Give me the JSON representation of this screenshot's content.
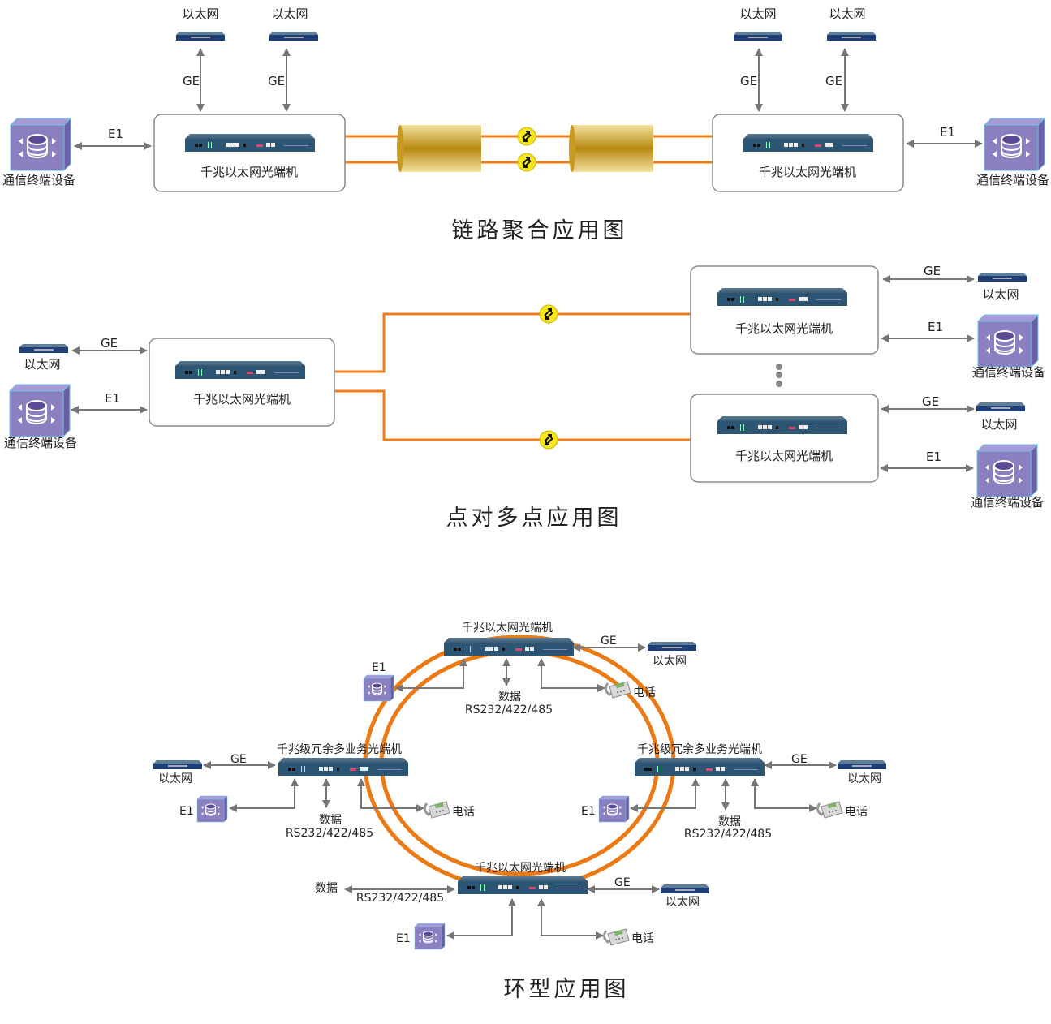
{
  "diagrams": {
    "link_aggregation": {
      "title": "链路聚合应用图",
      "left_box_label": "千兆以太网光端机",
      "right_box_label": "千兆以太网光端机",
      "left_ethernet": [
        "以太网",
        "以太网"
      ],
      "right_ethernet": [
        "以太网",
        "以太网"
      ],
      "ge_label": "GE",
      "e1_label": "E1",
      "left_terminal": "通信终端设备",
      "right_terminal": "通信终端设备"
    },
    "point_to_multipoint": {
      "title": "点对多点应用图",
      "center_box_label": "千兆以太网光端机",
      "center_ethernet": "以太网",
      "center_terminal": "通信终端设备",
      "ge_label": "GE",
      "e1_label": "E1",
      "remote_nodes": [
        {
          "box_label": "千兆以太网光端机",
          "ethernet": "以太网",
          "terminal": "通信终端设备",
          "ge_label": "GE",
          "e1_label": "E1"
        },
        {
          "box_label": "千兆以太网光端机",
          "ethernet": "以太网",
          "terminal": "通信终端设备",
          "ge_label": "GE",
          "e1_label": "E1"
        }
      ]
    },
    "ring": {
      "title": "环型应用图",
      "top_node": {
        "label": "千兆以太网光端机",
        "ge": "GE",
        "ethernet": "以太网",
        "e1": "E1",
        "data": "数据",
        "serial": "RS232/422/485",
        "phone": "电话"
      },
      "left_node": {
        "label": "千兆级冗余多业务光端机",
        "ge": "GE",
        "ethernet": "以太网",
        "e1": "E1",
        "data": "数据",
        "serial": "RS232/422/485",
        "phone": "电话"
      },
      "right_node": {
        "label": "千兆级冗余多业务光端机",
        "ge": "GE",
        "ethernet": "以太网",
        "e1": "E1",
        "data": "数据",
        "serial": "RS232/422/485",
        "phone": "电话"
      },
      "bottom_node": {
        "label": "千兆以太网光端机",
        "ge": "GE",
        "ethernet": "以太网",
        "e1": "E1",
        "data": "数据",
        "serial": "RS232/422/485",
        "phone": "电话"
      }
    }
  },
  "colors": {
    "fiber": "#ef7d1a",
    "device_body": "#2c5573",
    "terminal_purple": "#8a7fc0",
    "converter_yellow": "#f6e61a",
    "cylinder_gold": "#c89a22"
  }
}
